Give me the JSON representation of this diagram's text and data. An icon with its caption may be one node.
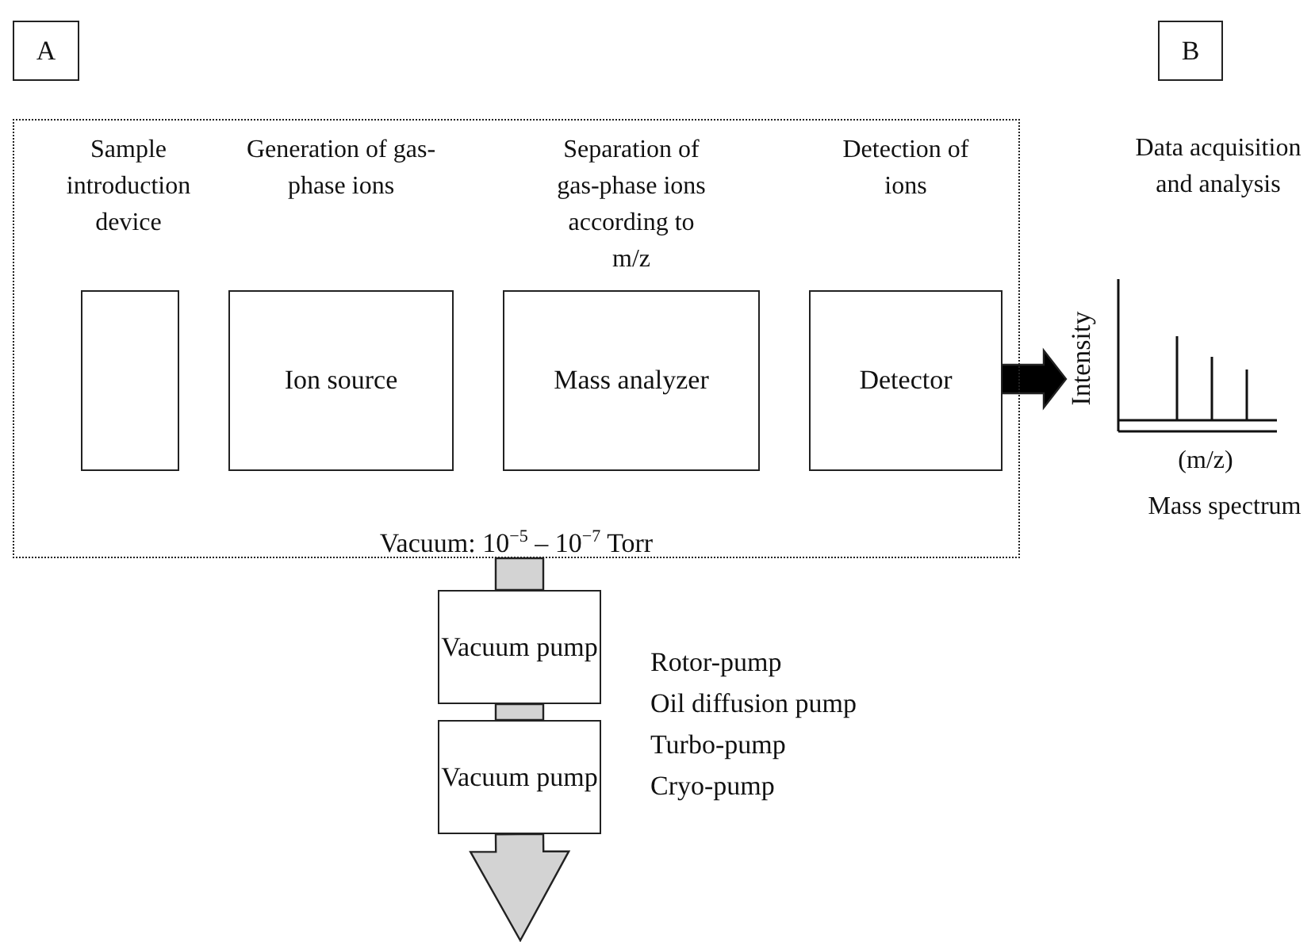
{
  "diagram": {
    "nodes": [
      {
        "text": [
          "A"
        ]
      },
      {
        "text": [
          "Vacuum: 10$^{−5}$ – 10$^{−7}$ Torr"
        ]
      },
      {
        "text": [
          "Sample introduction device"
        ],
        "in": 1
      },
      {
        "text": [
          "Generation of gas-phase ions",
          "Ion source"
        ],
        "in": 1
      },
      {
        "text": [
          "Separation of gas-phase ions according to m/z",
          "Mass analyzer"
        ],
        "in": 1
      },
      {
        "text": [
          "Detection of ions",
          "Detector"
        ],
        "in": 1
      },
      {
        "text": [
          "B"
        ]
      },
      {
        "text": [
          "Data acquisition and analysis",
          "Intensity",
          "(m/z)",
          "Mass spectrum"
        ]
      },
      {
        "text": [
          "Vacuum pump"
        ]
      },
      {
        "text": [
          "Vacuum pump"
        ]
      }
    ],
    "edges": [
      {
        "from": 5,
        "to": 7,
        "arrow": "to",
        "style": "thick",
        "color": "#000000"
      },
      {
        "from": 1,
        "to": 8,
        "arrow": "none",
        "style": "thick",
        "color": "#d3d3d3"
      },
      {
        "from": 8,
        "to": 9,
        "arrow": "none",
        "style": "thick",
        "color": "#d3d3d3"
      },
      {
        "from": 9,
        "to": null,
        "arrow": "to",
        "style": "thick",
        "color": "#d3d3d3"
      }
    ],
    "labels": [
      "Rotor-pump",
      "Oil diffusion pump",
      "Turbo-pump",
      "Cryo-pump"
    ]
  }
}
